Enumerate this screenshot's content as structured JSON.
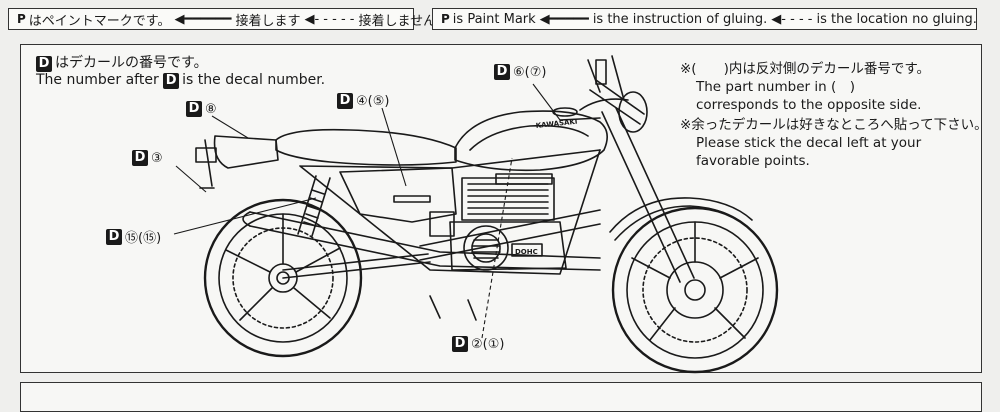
{
  "legend_jp": {
    "mark": "P",
    "mark_text": "はペイントマークです。",
    "glue_text": "接着します",
    "noglue_text": "接着しません"
  },
  "legend_en": {
    "mark": "P",
    "mark_text": "is Paint Mark",
    "glue_text": "is the instruction of gluing.",
    "noglue_text": "is the location no gluing."
  },
  "intro": {
    "d_label": "D",
    "jp_text": "はデカールの番号です。",
    "en_prefix": "The number after",
    "en_suffix": "is the decal number."
  },
  "callouts": [
    {
      "d": "D",
      "text": "⑥(⑦)"
    },
    {
      "d": "D",
      "text": "④(⑤)"
    },
    {
      "d": "D",
      "text": "⑧"
    },
    {
      "d": "D",
      "text": "③"
    },
    {
      "d": "D",
      "text": "⑮(⑮)"
    },
    {
      "d": "D",
      "text": "②(①)"
    }
  ],
  "notes": {
    "line1": "※(　　)内は反対側のデカール番号です。",
    "line2": "The part number in (　)",
    "line3": "corresponds to the opposite side.",
    "line4": "※余ったデカールは好きなところへ貼って下さい。",
    "line5": "Please stick the decal left at your",
    "line6": "favorable points."
  },
  "tank_brand": "KAWASAKI",
  "engine_badge": "DOHC",
  "colors": {
    "ink": "#1a1a1a",
    "paper": "#f7f7f5"
  }
}
